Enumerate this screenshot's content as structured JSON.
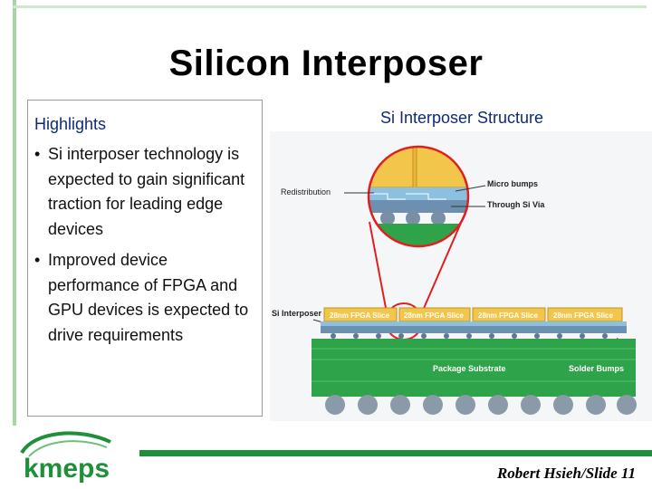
{
  "slide": {
    "title": "Silicon Interposer",
    "footer": "Robert Hsieh/Slide 11"
  },
  "highlights": {
    "heading": "Highlights",
    "bullets": [
      "Si interposer technology is expected to gain significant traction for leading edge devices",
      "Improved device performance of FPGA and GPU devices is expected to drive requirements"
    ]
  },
  "figure": {
    "heading": "Si Interposer Structure",
    "labels": {
      "redistribution": "Redistribution",
      "micro_bumps": "Micro bumps",
      "through_si_via": "Through Si Via",
      "si_interposer": "Si Interposer",
      "fpga_slice": "28nm FPGA Slice",
      "package_substrate": "Package Substrate",
      "solder_bumps": "Solder Bumps"
    }
  },
  "logo": {
    "text": "kmeps"
  },
  "colors": {
    "heading_blue": "#0d2b7a",
    "accent_green": "#1f8f3a",
    "callout_red": "#e02020"
  }
}
